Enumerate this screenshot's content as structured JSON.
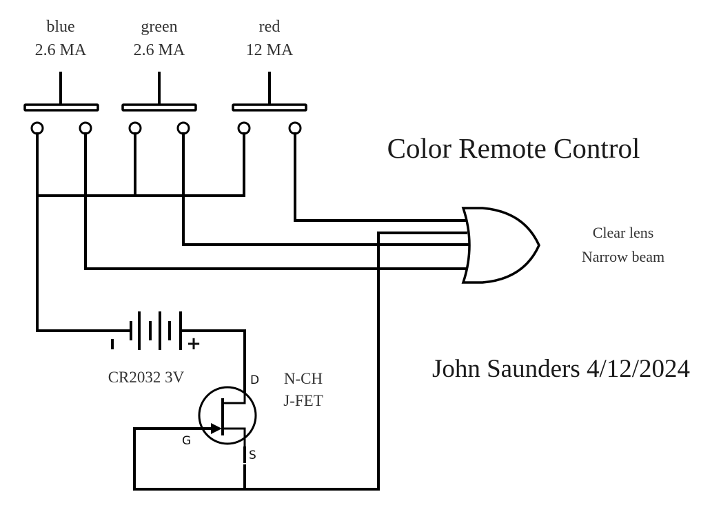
{
  "title": "Color Remote Control",
  "author_line": "John Saunders 4/12/2024",
  "switches": [
    {
      "color": "blue",
      "current": "2.6 MA"
    },
    {
      "color": "green",
      "current": "2.6 MA"
    },
    {
      "color": "red",
      "current": "12 MA"
    }
  ],
  "output": {
    "line1": "Clear lens",
    "line2": "Narrow beam"
  },
  "battery": {
    "label": "CR2032 3V",
    "neg_symbol": "–",
    "pos_symbol": "+"
  },
  "transistor": {
    "type_line1": "N-CH",
    "type_line2": "J-FET",
    "drain": "D",
    "gate": "G",
    "source": "S"
  }
}
